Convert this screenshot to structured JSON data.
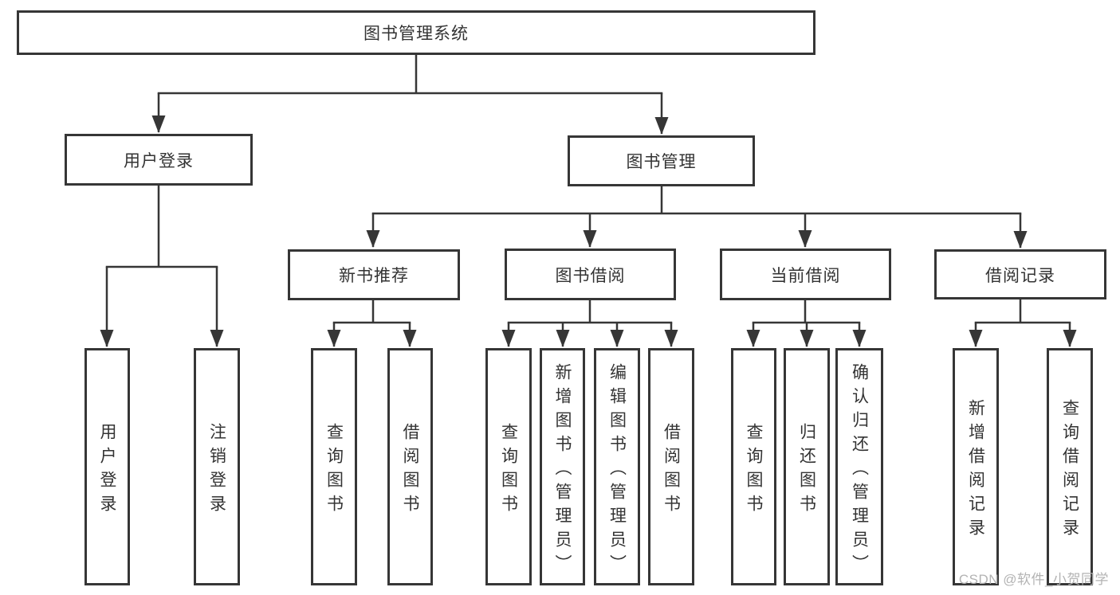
{
  "diagram": {
    "type": "hierarchy-structure-chart",
    "colors": {
      "line": "#363636",
      "box_border": "#363636",
      "box_fill": "#ffffff",
      "text": "#333333",
      "background": "#ffffff",
      "watermark_text_color": "#b3b3b3"
    },
    "watermark": "CSDN @软件_小贺同学",
    "nodes": {
      "root": {
        "label": "图书管理系统"
      },
      "level2": [
        {
          "label": "用户登录"
        },
        {
          "label": "图书管理"
        }
      ],
      "level3": [
        {
          "label": "新书推荐"
        },
        {
          "label": "图书借阅"
        },
        {
          "label": "当前借阅"
        },
        {
          "label": "借阅记录"
        }
      ],
      "leaves": [
        {
          "label": "用户登录"
        },
        {
          "label": "注销登录"
        },
        {
          "label": "查询图书"
        },
        {
          "label": "借阅图书"
        },
        {
          "label": "查询图书"
        },
        {
          "label": "新增图书（管理员）"
        },
        {
          "label": "编辑图书（管理员）"
        },
        {
          "label": "借阅图书"
        },
        {
          "label": "查询图书"
        },
        {
          "label": "归还图书"
        },
        {
          "label": "确认归还（管理员）"
        },
        {
          "label": "新增借阅记录"
        },
        {
          "label": "查询借阅记录"
        }
      ]
    },
    "structure": [
      {
        "parent": "图书管理系统",
        "children": [
          "用户登录",
          "图书管理"
        ]
      },
      {
        "parent": "用户登录",
        "children": [
          "用户登录",
          "注销登录"
        ]
      },
      {
        "parent": "图书管理",
        "children": [
          "新书推荐",
          "图书借阅",
          "当前借阅",
          "借阅记录"
        ]
      },
      {
        "parent": "新书推荐",
        "children": [
          "查询图书",
          "借阅图书"
        ]
      },
      {
        "parent": "图书借阅",
        "children": [
          "查询图书",
          "新增图书（管理员）",
          "编辑图书（管理员）",
          "借阅图书"
        ]
      },
      {
        "parent": "当前借阅",
        "children": [
          "查询图书",
          "归还图书",
          "确认归还（管理员）"
        ]
      },
      {
        "parent": "借阅记录",
        "children": [
          "新增借阅记录",
          "查询借阅记录"
        ]
      }
    ]
  }
}
